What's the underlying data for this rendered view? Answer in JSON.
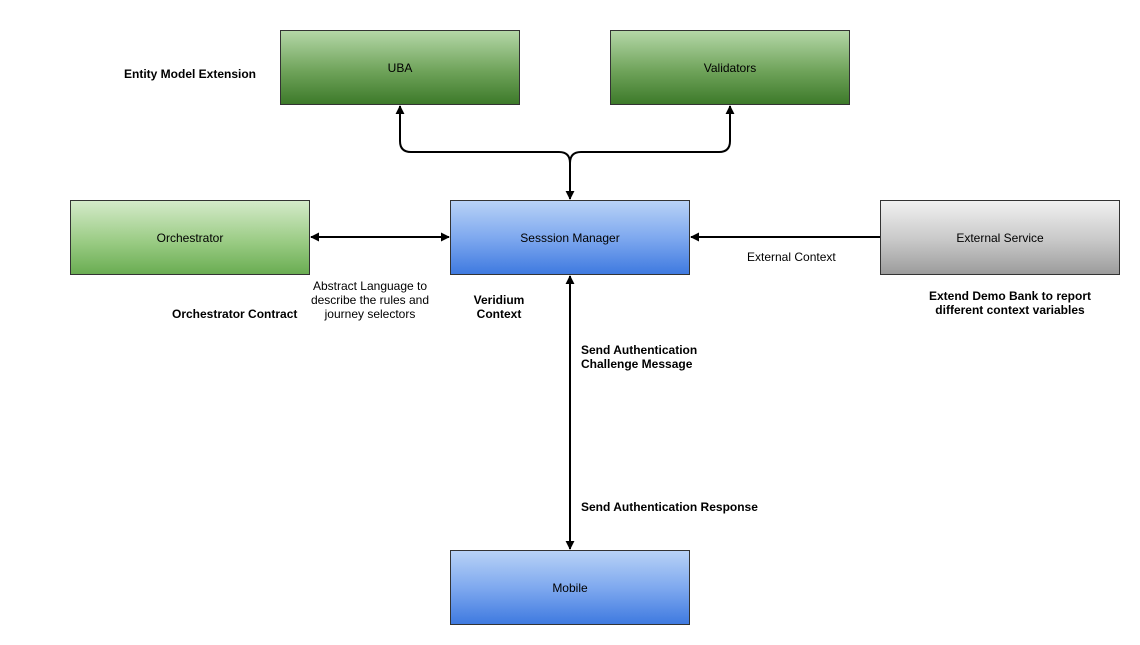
{
  "nodes": {
    "uba": "UBA",
    "validators": "Validators",
    "orchestrator": "Orchestrator",
    "session_manager": "Sesssion Manager",
    "external_service": "External Service",
    "mobile": "Mobile"
  },
  "labels": {
    "entity_model_extension": "Entity Model Extension",
    "abstract_language": "Abstract Language to\ndescribe the rules and\njourney selectors",
    "orchestrator_contract": "Orchestrator Contract",
    "veridium_context": "Veridium\nContext",
    "external_context": "External Context",
    "extend_demo_bank": "Extend Demo Bank to report\ndifferent context variables",
    "send_challenge": "Send Authentication\nChallenge Message",
    "send_response": "Send Authentication Response"
  },
  "colors": {
    "edge": "#000000",
    "node_border": "#333333",
    "dark_green": "#3d7a2a",
    "light_green": "#9bcc85",
    "blue": "#3f7ae0",
    "gray": "#9c9c9c"
  }
}
